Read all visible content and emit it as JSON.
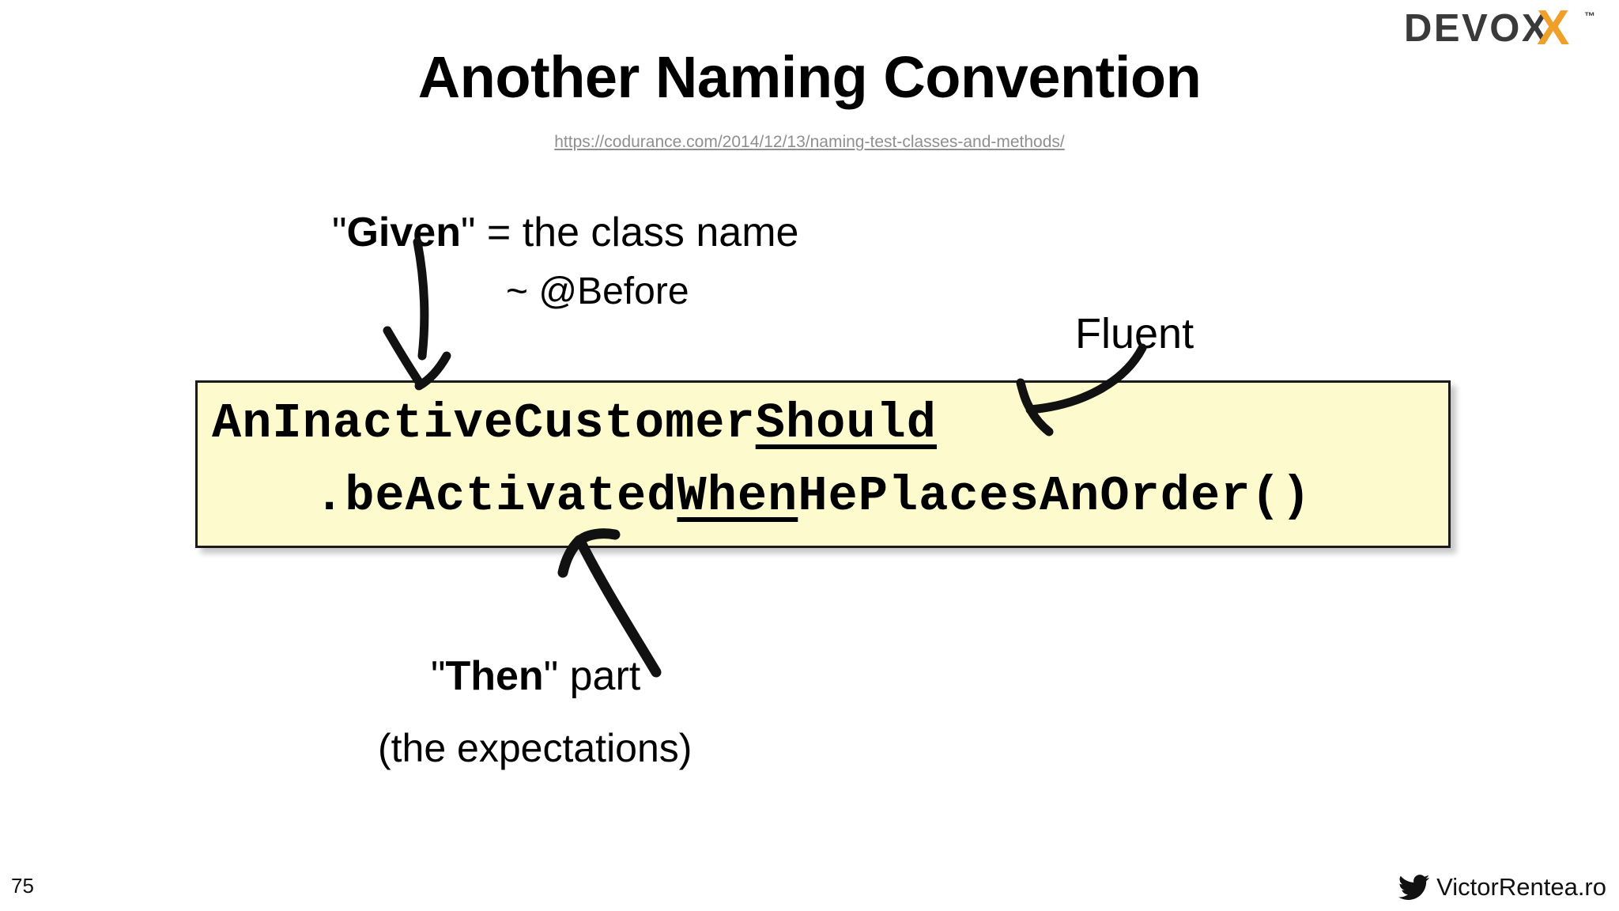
{
  "slide": {
    "title": "Another Naming Convention",
    "source_link": "https://codurance.com/2014/12/13/naming-test-classes-and-methods/",
    "page_number": "75",
    "background_color": "#ffffff"
  },
  "branding": {
    "logo_word": "DEVOX",
    "logo_accent_letter": "X",
    "logo_trademark": "™",
    "logo_color": "#3a3a3a",
    "logo_accent_color": "#f0a028",
    "footer_handle": "VictorRentea.ro",
    "footer_icon": "twitter-bird-icon"
  },
  "annotations": {
    "given": {
      "quote_open": "\"",
      "keyword": "Given",
      "quote_close": "\"",
      "rest": " = the class name"
    },
    "before": "~ @Before",
    "fluent": "Fluent",
    "then": {
      "quote_open": "\"",
      "keyword": "Then",
      "quote_close": "\"",
      "rest": " part"
    },
    "expectations": "(the expectations)"
  },
  "code_box": {
    "background_color": "#fdfbcd",
    "border_color": "#1a1a1a",
    "line1": {
      "plain": "AnInactiveCustomer",
      "underlined": "Should"
    },
    "line2": {
      "prefix": ".beActivated",
      "underlined": "When",
      "suffix": "HePlacesAnOrder()"
    }
  },
  "arrows": [
    {
      "name": "arrow-given-to-class-name",
      "from": "Given annotation",
      "to": "AnInactiveCustomer"
    },
    {
      "name": "arrow-fluent-to-should",
      "from": "Fluent annotation",
      "to": "Should"
    },
    {
      "name": "arrow-then-to-method-name",
      "from": "Then part annotation",
      "to": ".beActivatedWhen"
    }
  ]
}
